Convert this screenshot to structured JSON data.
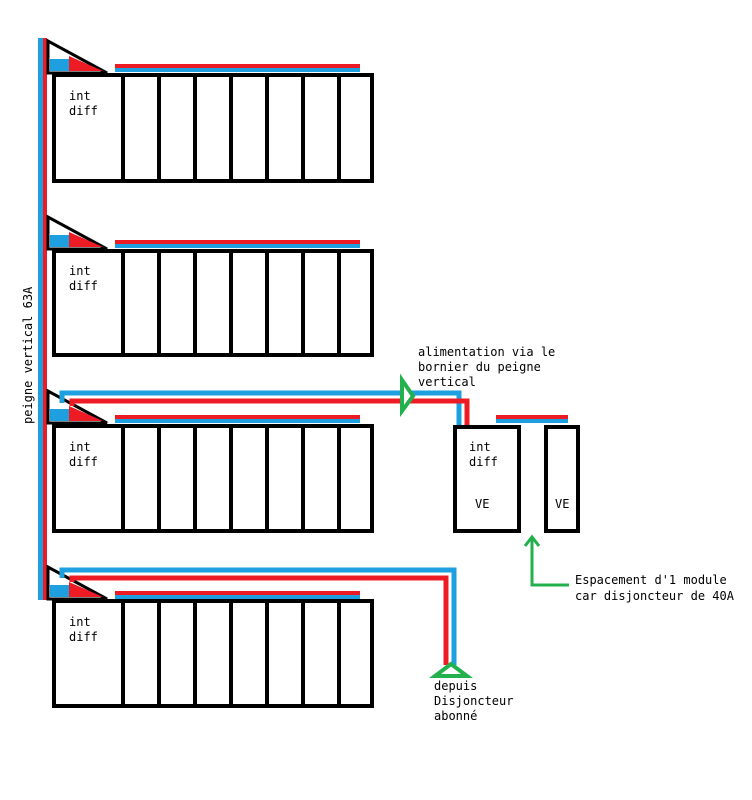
{
  "colors": {
    "red": "#ed1c24",
    "blue": "#1e9fe0",
    "green": "#22b14c",
    "black": "#000000",
    "white": "#ffffff"
  },
  "comb_label": "peigne vertical 63A",
  "rows": [
    {
      "label_line1": "int",
      "label_line2": "diff"
    },
    {
      "label_line1": "int",
      "label_line2": "diff"
    },
    {
      "label_line1": "int",
      "label_line2": "diff"
    },
    {
      "label_line1": "int",
      "label_line2": "diff"
    }
  ],
  "ve_panel": {
    "label_line1": "int",
    "label_line2": "diff",
    "ve_label_1": "VE",
    "ve_label_2": "VE"
  },
  "annotations": {
    "feed_note": [
      "alimentation via le",
      "bornier du peigne",
      "vertical"
    ],
    "spacing_note": [
      "Espacement d'1 module",
      "car disjoncteur de 40A"
    ],
    "source_note": [
      "depuis",
      "Disjoncteur",
      "abonné"
    ]
  }
}
